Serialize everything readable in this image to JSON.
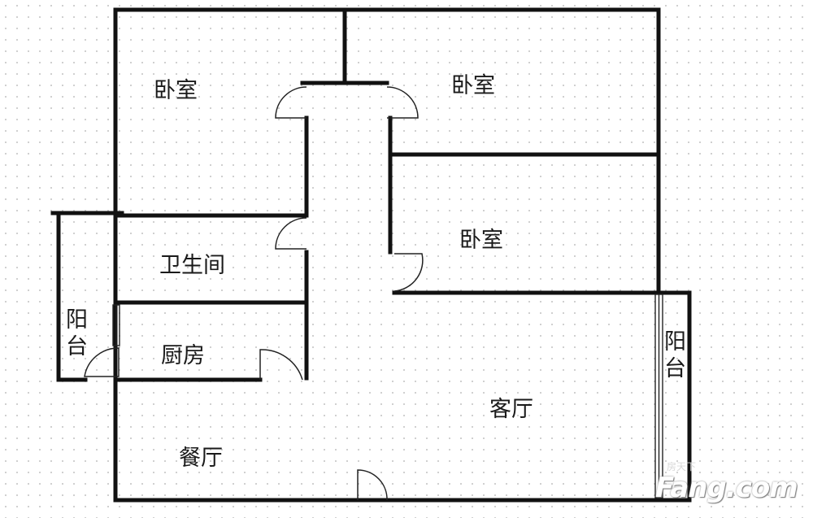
{
  "rooms": {
    "bedroom_top_left": "卧室",
    "bedroom_top_right": "卧室",
    "bedroom_middle_right": "卧室",
    "bathroom": "卫生间",
    "kitchen": "厨房",
    "balcony_left": "阳台",
    "balcony_right": "阳台",
    "living_room": "客厅",
    "dining_room": "餐厅"
  },
  "watermark": {
    "icon_text": "房天下",
    "text": "Fang.com"
  },
  "colors": {
    "wall": "#111111",
    "background": "#ffffff",
    "grid_dots": "#c9c9c9"
  }
}
